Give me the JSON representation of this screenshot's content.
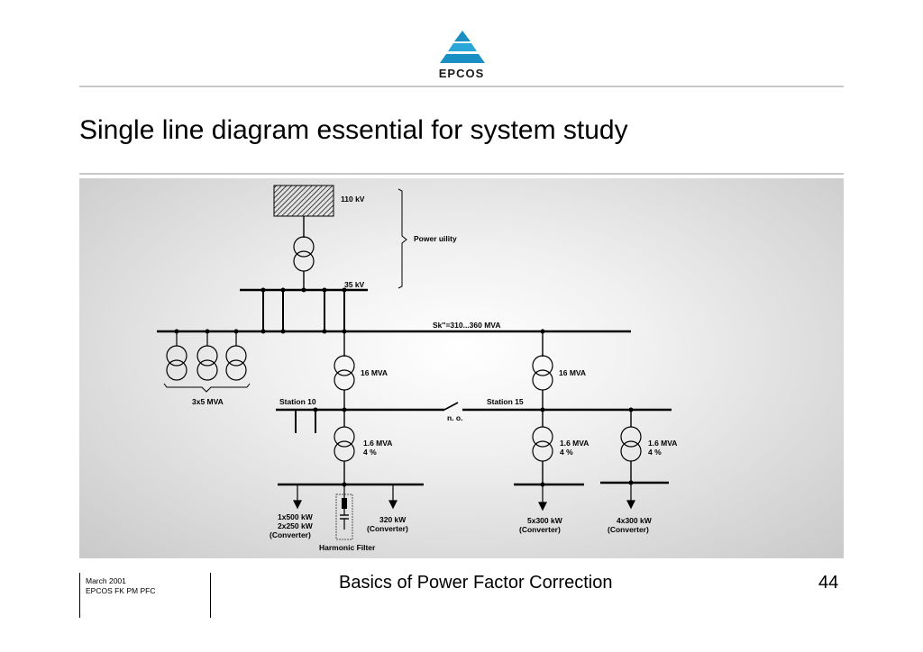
{
  "header": {
    "logo_text": "EPCOS",
    "title": "Single line diagram essential for system study"
  },
  "diagram": {
    "labels": {
      "v110": "110 kV",
      "power_utility": "Power uility",
      "v35": "35 kV",
      "sk": "Sk''=310...360 MVA",
      "mva3x5": "3x5 MVA",
      "station10": "Station 10",
      "station15": "Station 15",
      "no": "n. o.",
      "t16a": "16 MVA",
      "t16b": "16 MVA",
      "t16_1": "1.6 MVA",
      "t4_1": "4 %",
      "t16_2": "1.6 MVA",
      "t4_2": "4 %",
      "t16_3": "1.6 MVA",
      "t4_3": "4 %",
      "load1_a": "1x500 kW",
      "load1_b": "2x250 kW",
      "load1_c": "(Converter)",
      "load2_a": "320 kW",
      "load2_b": "(Converter)",
      "load3_a": "5x300 kW",
      "load3_b": "(Converter)",
      "load4_a": "4x300 kW",
      "load4_b": "(Converter)",
      "harmonic_filter": "Harmonic Filter"
    }
  },
  "footer": {
    "date": "March 2001",
    "dept": "EPCOS FK PM PFC",
    "center": "Basics of Power Factor Correction",
    "page": "44"
  },
  "colors": {
    "logo_blue": "#1b8fc4",
    "rule_gray": "#c8c8c8"
  }
}
